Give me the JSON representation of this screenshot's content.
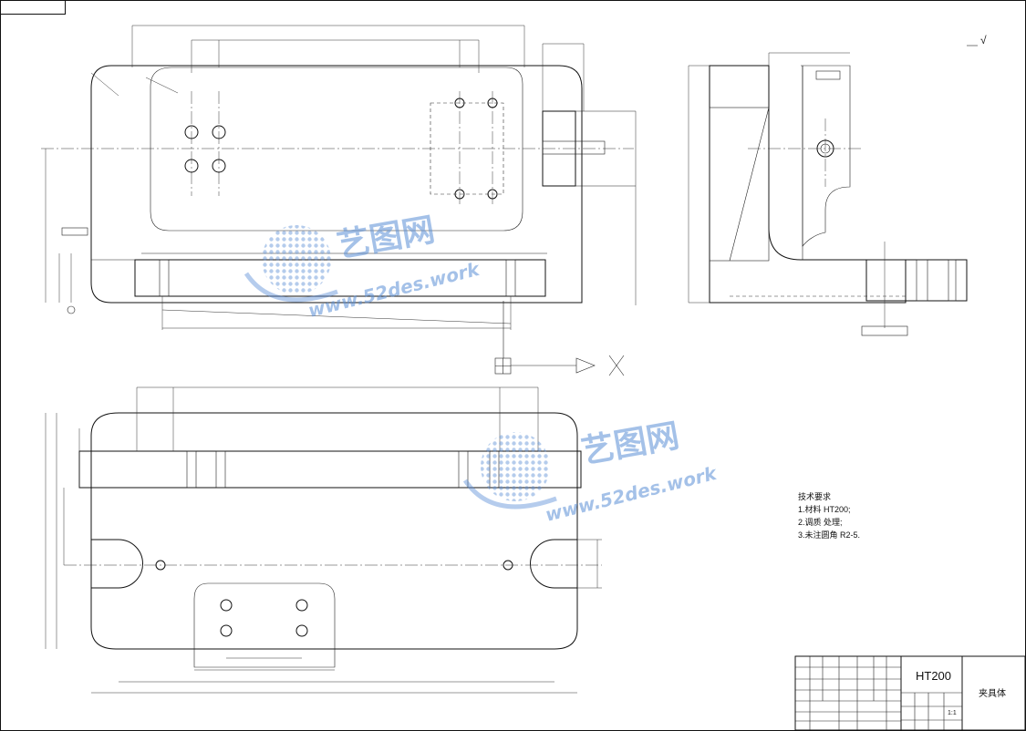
{
  "notes": {
    "heading": "技术要求",
    "items": [
      "1.材料 HT200;",
      "2.调质 处理;",
      "3.未注圆角 R2-5."
    ]
  },
  "title_block": {
    "material": "HT200",
    "part_name": "夹具体",
    "scale": "1:1"
  },
  "view_arrow": {
    "label": "X"
  },
  "watermark": {
    "brand": "艺图网",
    "url": "www.52des.work"
  },
  "roughness": {
    "symbol": "√"
  },
  "colors": {
    "line": "#111111",
    "watermark": "#5b8fd6"
  }
}
